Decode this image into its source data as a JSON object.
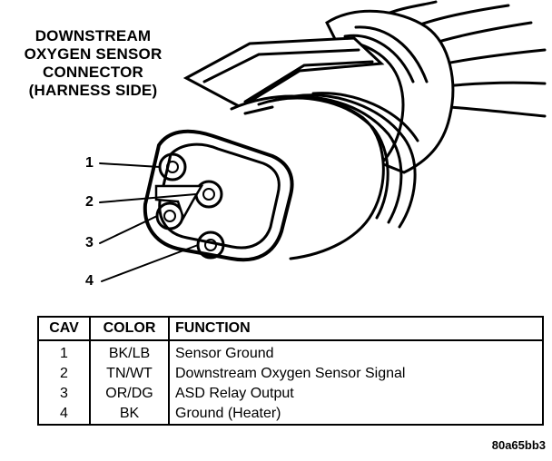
{
  "title": {
    "lines": [
      "DOWNSTREAM",
      "OXYGEN SENSOR",
      "CONNECTOR",
      "(HARNESS SIDE)"
    ]
  },
  "cavity_labels": [
    "1",
    "2",
    "3",
    "4"
  ],
  "table": {
    "headers": {
      "cav": "CAV",
      "color": "COLOR",
      "function": "FUNCTION"
    },
    "rows": [
      {
        "cav": "1",
        "color": "BK/LB",
        "function": "Sensor Ground"
      },
      {
        "cav": "2",
        "color": "TN/WT",
        "function": "Downstream Oxygen Sensor Signal"
      },
      {
        "cav": "3",
        "color": "OR/DG",
        "function": "ASD Relay Output"
      },
      {
        "cav": "4",
        "color": "BK",
        "function": "Ground (Heater)"
      }
    ]
  },
  "footer_code": "80a65bb3"
}
